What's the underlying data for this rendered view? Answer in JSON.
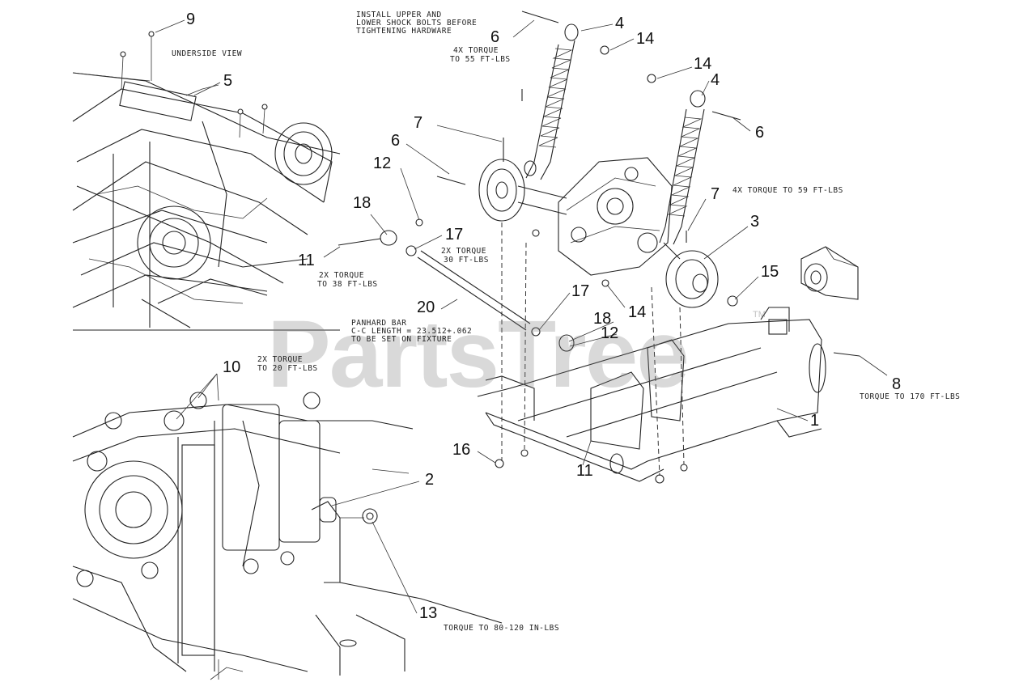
{
  "callouts": [
    {
      "id": "c9",
      "text": "9"
    },
    {
      "id": "c5",
      "text": "5"
    },
    {
      "id": "c6a",
      "text": "6"
    },
    {
      "id": "c4a",
      "text": "4"
    },
    {
      "id": "c14a",
      "text": "14"
    },
    {
      "id": "c14b",
      "text": "14"
    },
    {
      "id": "c4b",
      "text": "4"
    },
    {
      "id": "c6b",
      "text": "6"
    },
    {
      "id": "c7a",
      "text": "7"
    },
    {
      "id": "c6c",
      "text": "6"
    },
    {
      "id": "c12a",
      "text": "12"
    },
    {
      "id": "c7b",
      "text": "7"
    },
    {
      "id": "c3",
      "text": "3"
    },
    {
      "id": "c18a",
      "text": "18"
    },
    {
      "id": "c17a",
      "text": "17"
    },
    {
      "id": "c11a",
      "text": "11"
    },
    {
      "id": "c15",
      "text": "15"
    },
    {
      "id": "c20",
      "text": "20"
    },
    {
      "id": "c17b",
      "text": "17"
    },
    {
      "id": "c14c",
      "text": "14"
    },
    {
      "id": "c18b",
      "text": "18"
    },
    {
      "id": "c12b",
      "text": "12"
    },
    {
      "id": "c10",
      "text": "10"
    },
    {
      "id": "c8",
      "text": "8"
    },
    {
      "id": "c1",
      "text": "1"
    },
    {
      "id": "c16",
      "text": "16"
    },
    {
      "id": "c11b",
      "text": "11"
    },
    {
      "id": "c2",
      "text": "2"
    },
    {
      "id": "c13",
      "text": "13"
    }
  ],
  "notes": {
    "install_1": "INSTALL UPPER AND",
    "install_2": "LOWER SHOCK BOLTS BEFORE",
    "install_3": "TIGHTENING HARDWARE",
    "underside": "UNDERSIDE VIEW",
    "torque_55_1": "4X TORQUE",
    "torque_55_2": "TO 55 FT-LBS",
    "torque_59": "4X TORQUE TO 59 FT-LBS",
    "torque_38_1": "2X TORQUE",
    "torque_38_2": "TO 38 FT-LBS",
    "torque_30_1": "2X TORQUE",
    "torque_30_2": "30 FT-LBS",
    "panhard_1": "PANHARD BAR",
    "panhard_2": "C-C LENGTH = 23.512+.062",
    "panhard_3": "TO BE SET ON FIXTURE",
    "torque_20_1": "2X TORQUE",
    "torque_20_2": "TO 20 FT-LBS",
    "torque_170": "TORQUE TO 170 FT-LBS",
    "torque_in": "TORQUE TO 80-120 IN-LBS"
  },
  "watermark": "PartsTree",
  "trademark": "TM",
  "colors": {
    "line": "#222222",
    "watermark": "#8a8a8a"
  }
}
